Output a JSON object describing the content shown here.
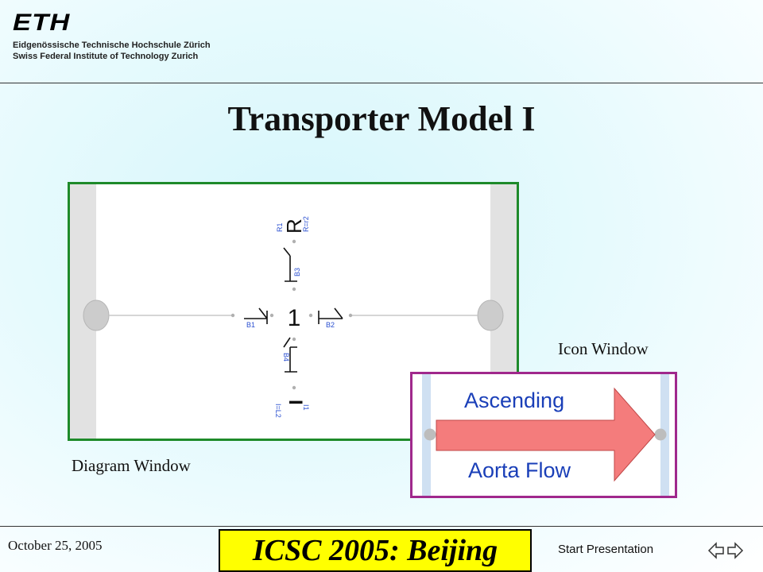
{
  "header": {
    "logo_text": "ETH",
    "institution_de": "Eidgenössische Technische Hochschule Zürich",
    "institution_en": "Swiss Federal Institute of Technology Zurich"
  },
  "slide": {
    "title": "Transporter Model I",
    "diagram_label": "Diagram Window",
    "icon_label": "Icon Window"
  },
  "diagram": {
    "r_symbol": "R",
    "r_name": "R1",
    "r_param": "R=r2",
    "node_label": "1",
    "bond_b1": "B1",
    "bond_b2": "B2",
    "bond_b3": "B3",
    "bond_b4": "B4",
    "i_symbol": "I",
    "i_name": "I1",
    "i_param": "I=L2"
  },
  "icon": {
    "line1": "Ascending",
    "line2": "Aorta Flow",
    "arrow_color": "#f47c7c"
  },
  "footer": {
    "date": "October 25, 2005",
    "conference": "ICSC 2005: Beijing",
    "start": "Start Presentation"
  },
  "colors": {
    "diagram_border": "#1e8a2a",
    "icon_border": "#a0288c",
    "conference_bg": "#ffff00",
    "label_blue": "#2a4fd0"
  }
}
